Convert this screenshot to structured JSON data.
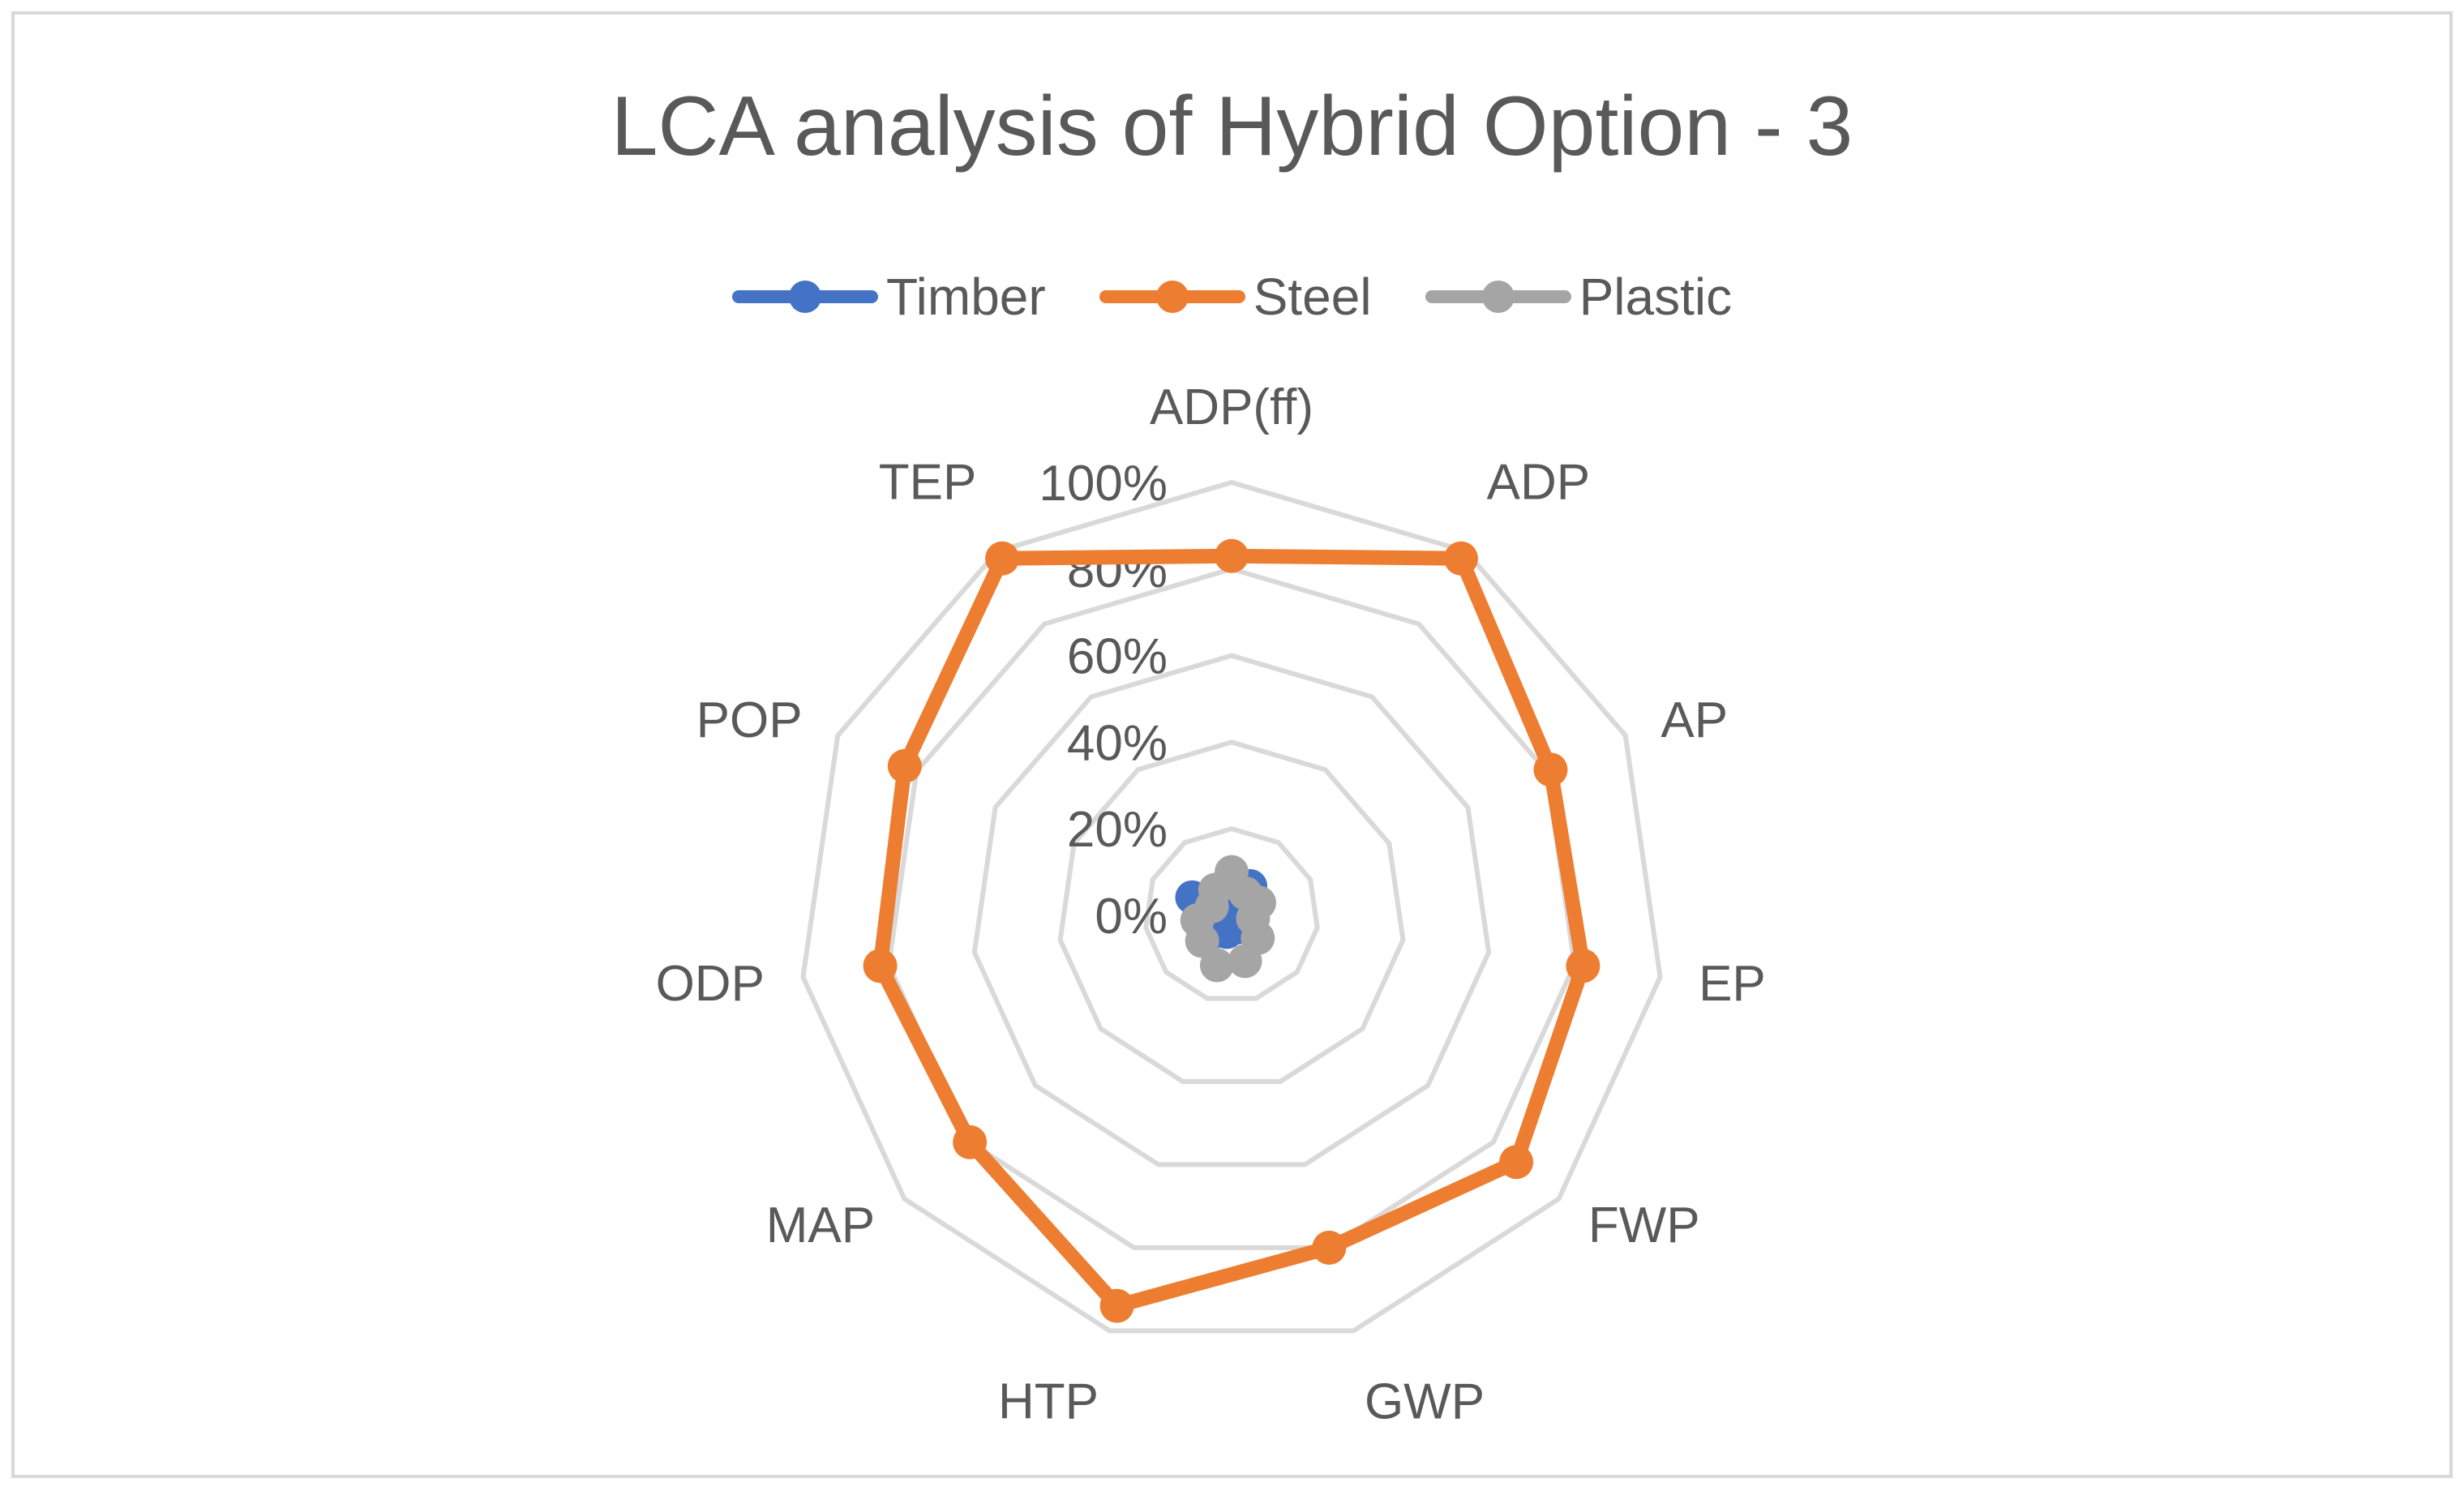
{
  "chart_data": {
    "type": "radar",
    "title": "LCA analysis of Hybrid Option - 3",
    "categories": [
      "ADP(ff)",
      "ADP",
      "AP",
      "EP",
      "FWP",
      "GWP",
      "HTP",
      "MAP",
      "ODP",
      "POP",
      "TEP"
    ],
    "axis_ticks": [
      "0%",
      "20%",
      "40%",
      "60%",
      "80%",
      "100%"
    ],
    "rlim": [
      0,
      100
    ],
    "grid": true,
    "legend_position": "top",
    "series": [
      {
        "name": "Timber",
        "color": "#4472c4",
        "values": [
          5,
          8,
          6,
          3,
          2,
          3,
          4,
          6,
          6,
          10,
          4
        ]
      },
      {
        "name": "Steel",
        "color": "#ed7d31",
        "values": [
          83,
          98,
          81,
          82,
          87,
          80,
          94,
          80,
          82,
          83,
          98
        ]
      },
      {
        "name": "Plastic",
        "color": "#a5a5a5",
        "values": [
          10,
          6,
          7,
          5,
          8,
          11,
          12,
          9,
          8,
          5,
          7
        ]
      }
    ]
  }
}
